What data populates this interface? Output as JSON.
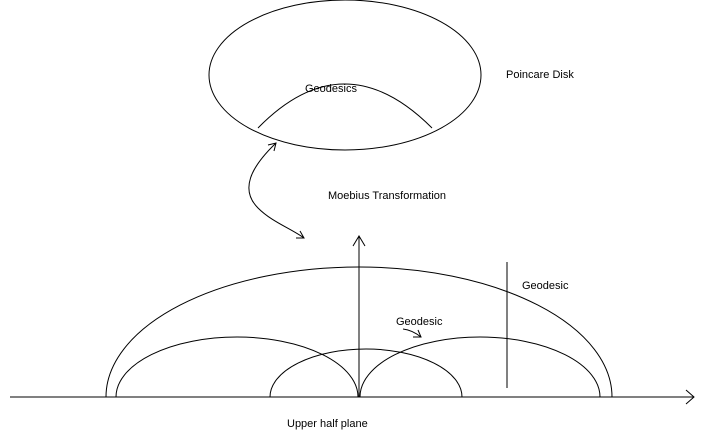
{
  "labels": {
    "disk_geodesics": "Geodesics",
    "poincare_disk": "Poincare Disk",
    "moebius": "Moebius Transformation",
    "geodesic_vertical": "Geodesic",
    "geodesic_arc": "Geodesic",
    "upper_half_plane": "Upper half plane"
  },
  "colors": {
    "stroke": "#000000",
    "background": "#ffffff"
  }
}
